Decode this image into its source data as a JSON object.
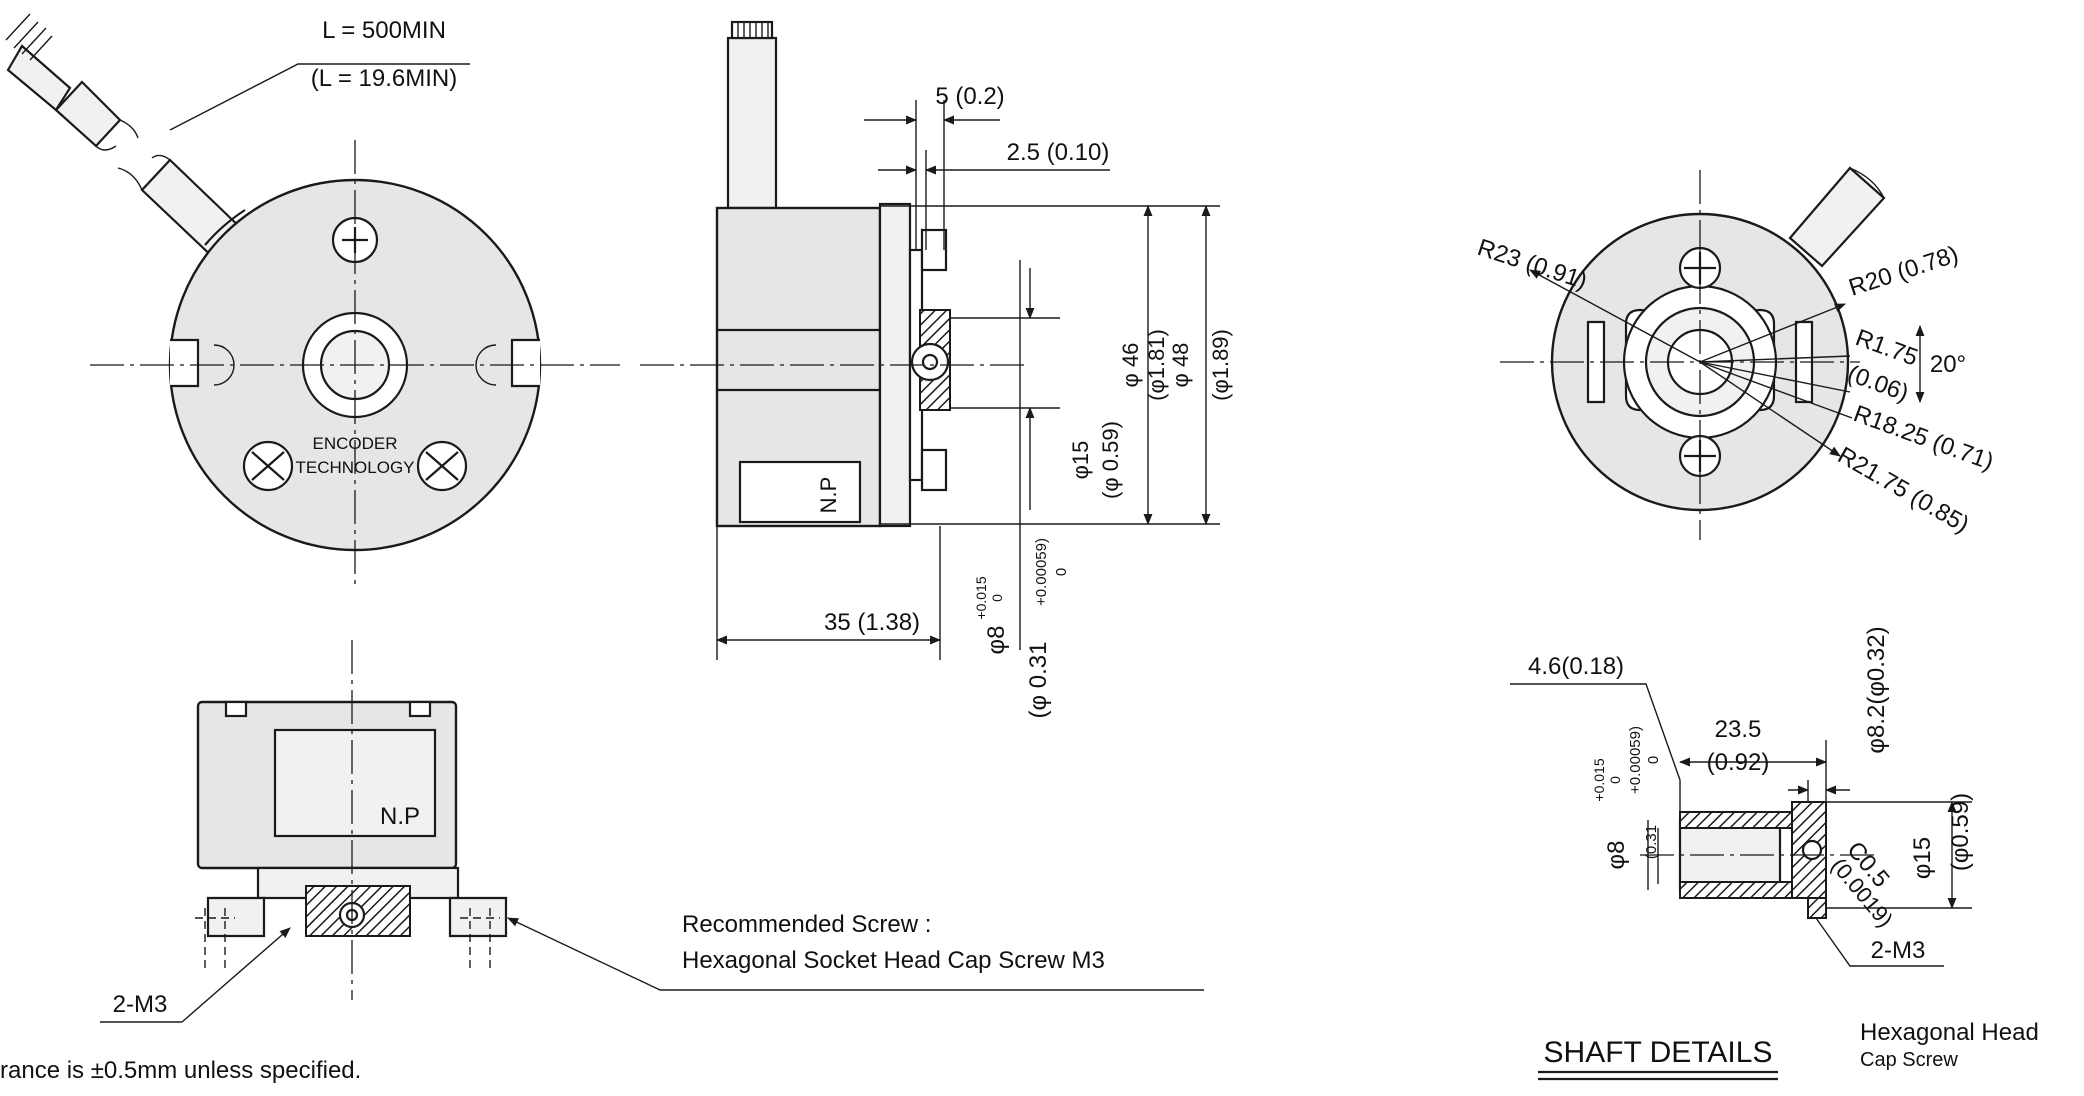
{
  "cable_length": "L = 500MIN",
  "cable_length_in": "(L = 19.6MIN)",
  "encoder_label_1": "ENCODER",
  "encoder_label_2": "TECHNOLOGY",
  "side_dim_5": "5 (0.2)",
  "side_dim_25": "2.5 (0.10)",
  "side_dim_d46": "φ 46",
  "side_dim_d181": "(φ1.81)",
  "side_dim_d48": "φ 48",
  "side_dim_d189": "(φ1.89)",
  "side_dim_d15": "φ15",
  "side_dim_d059": "(φ 0.59)",
  "side_dim_35": "35 (1.38)",
  "side_dim_d8": "φ8",
  "side_dim_d8_tol_up": "+0.015",
  "side_dim_d8_tol_low": "0",
  "side_dim_d031": "(φ 0.31",
  "side_dim_d031_tol_up": "+0.00059)",
  "side_dim_d031_tol_low": "0",
  "np_label": "N.P",
  "bottom_m3": "2-M3",
  "screw_title": "Recommended Screw :",
  "screw_desc": "Hexagonal Socket Head Cap Screw M3",
  "tolerance_note": "rance is ±0.5mm unless specified.",
  "rear_r23": "R23 (0.91)",
  "rear_r20": "R20 (0.78)",
  "rear_r175": "R1.75",
  "rear_r175_in": "(0.06)",
  "rear_angle": "20°",
  "rear_r1825": "R18.25 (0.71)",
  "rear_r2175": "R21.75 (0.85)",
  "shaft_46": "4.6(0.18)",
  "shaft_235": "23.5",
  "shaft_092": "(0.92)",
  "shaft_d82": "φ8.2(φ0.32)",
  "shaft_d8": "φ8",
  "shaft_d8_tol_up": "+0.015",
  "shaft_d8_tol_low": "0",
  "shaft_d031": "(0.31",
  "shaft_d031_tol_up": "+0.00059)",
  "shaft_d031_tol_low": "0",
  "shaft_d15": "φ15",
  "shaft_d059": "(φ0.59)",
  "shaft_c05": "C0.5",
  "shaft_c0019": "(0.0019)",
  "shaft_m3": "2-M3",
  "shaft_details": "SHAFT DETAILS",
  "hex_head_1": "Hexagonal Head",
  "hex_head_2": "Cap Screw"
}
